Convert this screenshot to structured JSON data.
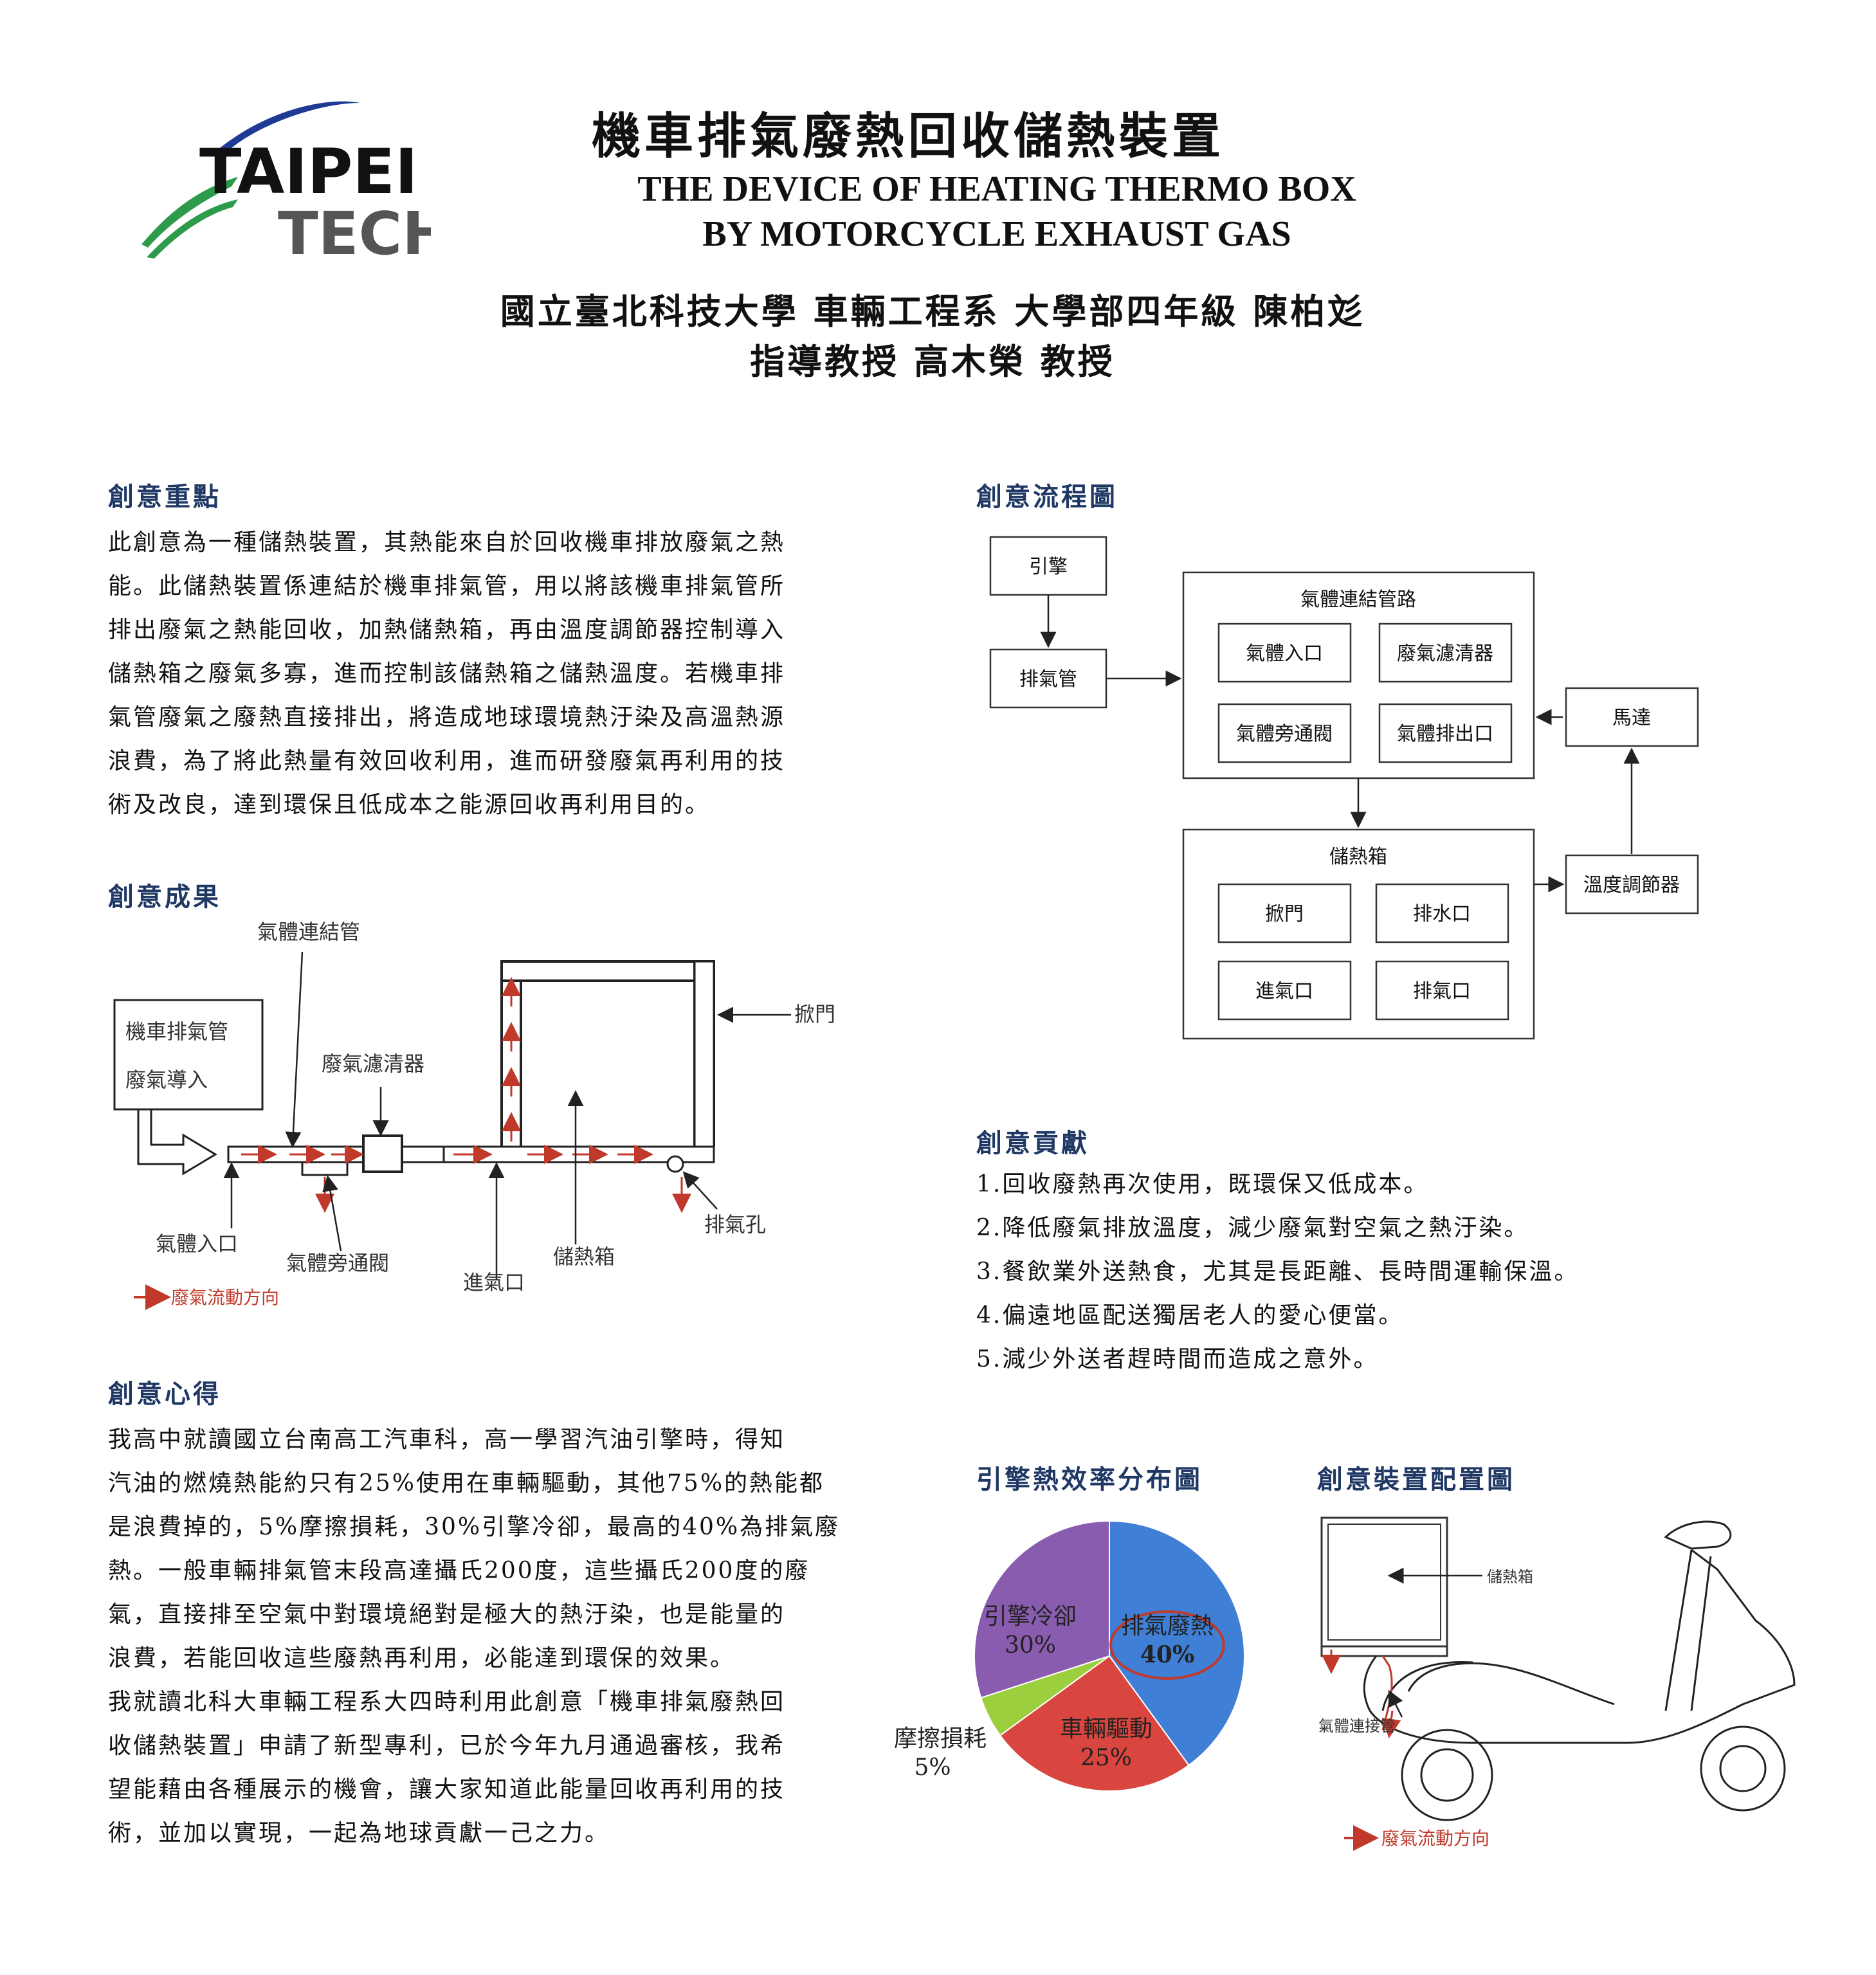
{
  "header": {
    "logo_top": "TAIPEI",
    "logo_bottom": "TECH",
    "title_zh": "機車排氣廢熱回收儲熱裝置",
    "title_en_line1": "THE DEVICE OF HEATING THERMO BOX",
    "title_en_line2": "BY MOTORCYCLE EXHAUST GAS",
    "author_line1": "國立臺北科技大學 車輛工程系 大學部四年級 陳柏彣",
    "author_line2": "指導教授 高木榮 教授"
  },
  "key_points": {
    "heading": "創意重點",
    "lines": [
      "此創意為一種儲熱裝置，其熱能來自於回收機車排放廢氣之熱",
      "能。此儲熱裝置係連結於機車排氣管，用以將該機車排氣管所",
      "排出廢氣之熱能回收，加熱儲熱箱，再由溫度調節器控制導入",
      "儲熱箱之廢氣多寡，進而控制該儲熱箱之儲熱溫度。若機車排",
      "氣管廢氣之廢熱直接排出，將造成地球環境熱汙染及高溫熱源",
      "浪費，為了將此熱量有效回收利用，進而研發廢氣再利用的技",
      "術及改良，達到環保且低成本之能源回收再利用目的。"
    ]
  },
  "results": {
    "heading": "創意成果",
    "inlet_box_line1": "機車排氣管",
    "inlet_box_line2": "廢氣導入",
    "label_pipe": "氣體連結管",
    "label_filter": "廢氣濾清器",
    "label_door": "掀門",
    "label_gas_inlet": "氣體入口",
    "label_bypass": "氣體旁通閥",
    "label_air_in": "進氣口",
    "label_box": "儲熱箱",
    "label_exhaust_hole": "排氣孔",
    "legend": "廢氣流動方向"
  },
  "flowchart": {
    "heading": "創意流程圖",
    "engine": "引擎",
    "exhaust_pipe": "排氣管",
    "pipeline_group": "氣體連結管路",
    "gas_inlet": "氣體入口",
    "filter": "廢氣濾清器",
    "bypass": "氣體旁通閥",
    "gas_outlet": "氣體排出口",
    "motor": "馬達",
    "storage_group": "儲熱箱",
    "door": "掀門",
    "drain": "排水口",
    "air_in": "進氣口",
    "exhaust_port": "排氣口",
    "temp_controller": "溫度調節器"
  },
  "contribution": {
    "heading": "創意貢獻",
    "items": [
      "1.回收廢熱再次使用，既環保又低成本。",
      "2.降低廢氣排放溫度，減少廢氣對空氣之熱汙染。",
      "3.餐飲業外送熱食，尤其是長距離、長時間運輸保溫。",
      "4.偏遠地區配送獨居老人的愛心便當。",
      "5.減少外送者趕時間而造成之意外。"
    ]
  },
  "reflection": {
    "heading": "創意心得",
    "lines": [
      "我高中就讀國立台南高工汽車科，高一學習汽油引擎時，得知",
      "汽油的燃燒熱能約只有25%使用在車輛驅動，其他75%的熱能都",
      "是浪費掉的，5%摩擦損耗，30%引擎冷卻，最高的40%為排氣廢",
      "熱。一般車輛排氣管末段高達攝氏200度，這些攝氏200度的廢",
      "氣，直接排至空氣中對環境絕對是極大的熱汙染，也是能量的",
      "浪費，若能回收這些廢熱再利用，必能達到環保的效果。",
      "我就讀北科大車輛工程系大四時利用此創意「機車排氣廢熱回",
      "收儲熱裝置」申請了新型專利，已於今年九月通過審核，我希",
      "望能藉由各種展示的機會，讓大家知道此能量回收再利用的技",
      "術，並加以實現，一起為地球貢獻一己之力。"
    ]
  },
  "efficiency": {
    "heading": "引擎熱效率分布圖"
  },
  "layout_diagram": {
    "heading": "創意裝置配置圖",
    "label_box": "儲熱箱",
    "label_pipe": "氣體連接管",
    "legend": "廢氣流動方向"
  },
  "colors": {
    "heading": "#1f3864",
    "flow_arrow": "#c0392b",
    "pie_exhaust": "#3f7fd6",
    "pie_drive": "#d9453f",
    "pie_friction": "#9bcf3e",
    "pie_cooling": "#8a5cb0",
    "logo_blue": "#1f3a93",
    "logo_green": "#2e9b4a"
  },
  "chart_data": {
    "type": "pie",
    "slices": [
      {
        "label": "排氣廢熱",
        "value": 40,
        "pct_label": "40%",
        "color": "#3f7fd6"
      },
      {
        "label": "車輛驅動",
        "value": 25,
        "pct_label": "25%",
        "color": "#d9453f"
      },
      {
        "label": "摩擦損耗",
        "value": 5,
        "pct_label": "5%",
        "color": "#9bcf3e"
      },
      {
        "label": "引擎冷卻",
        "value": 30,
        "pct_label": "30%",
        "color": "#8a5cb0"
      }
    ],
    "title": "引擎熱效率分布圖"
  }
}
